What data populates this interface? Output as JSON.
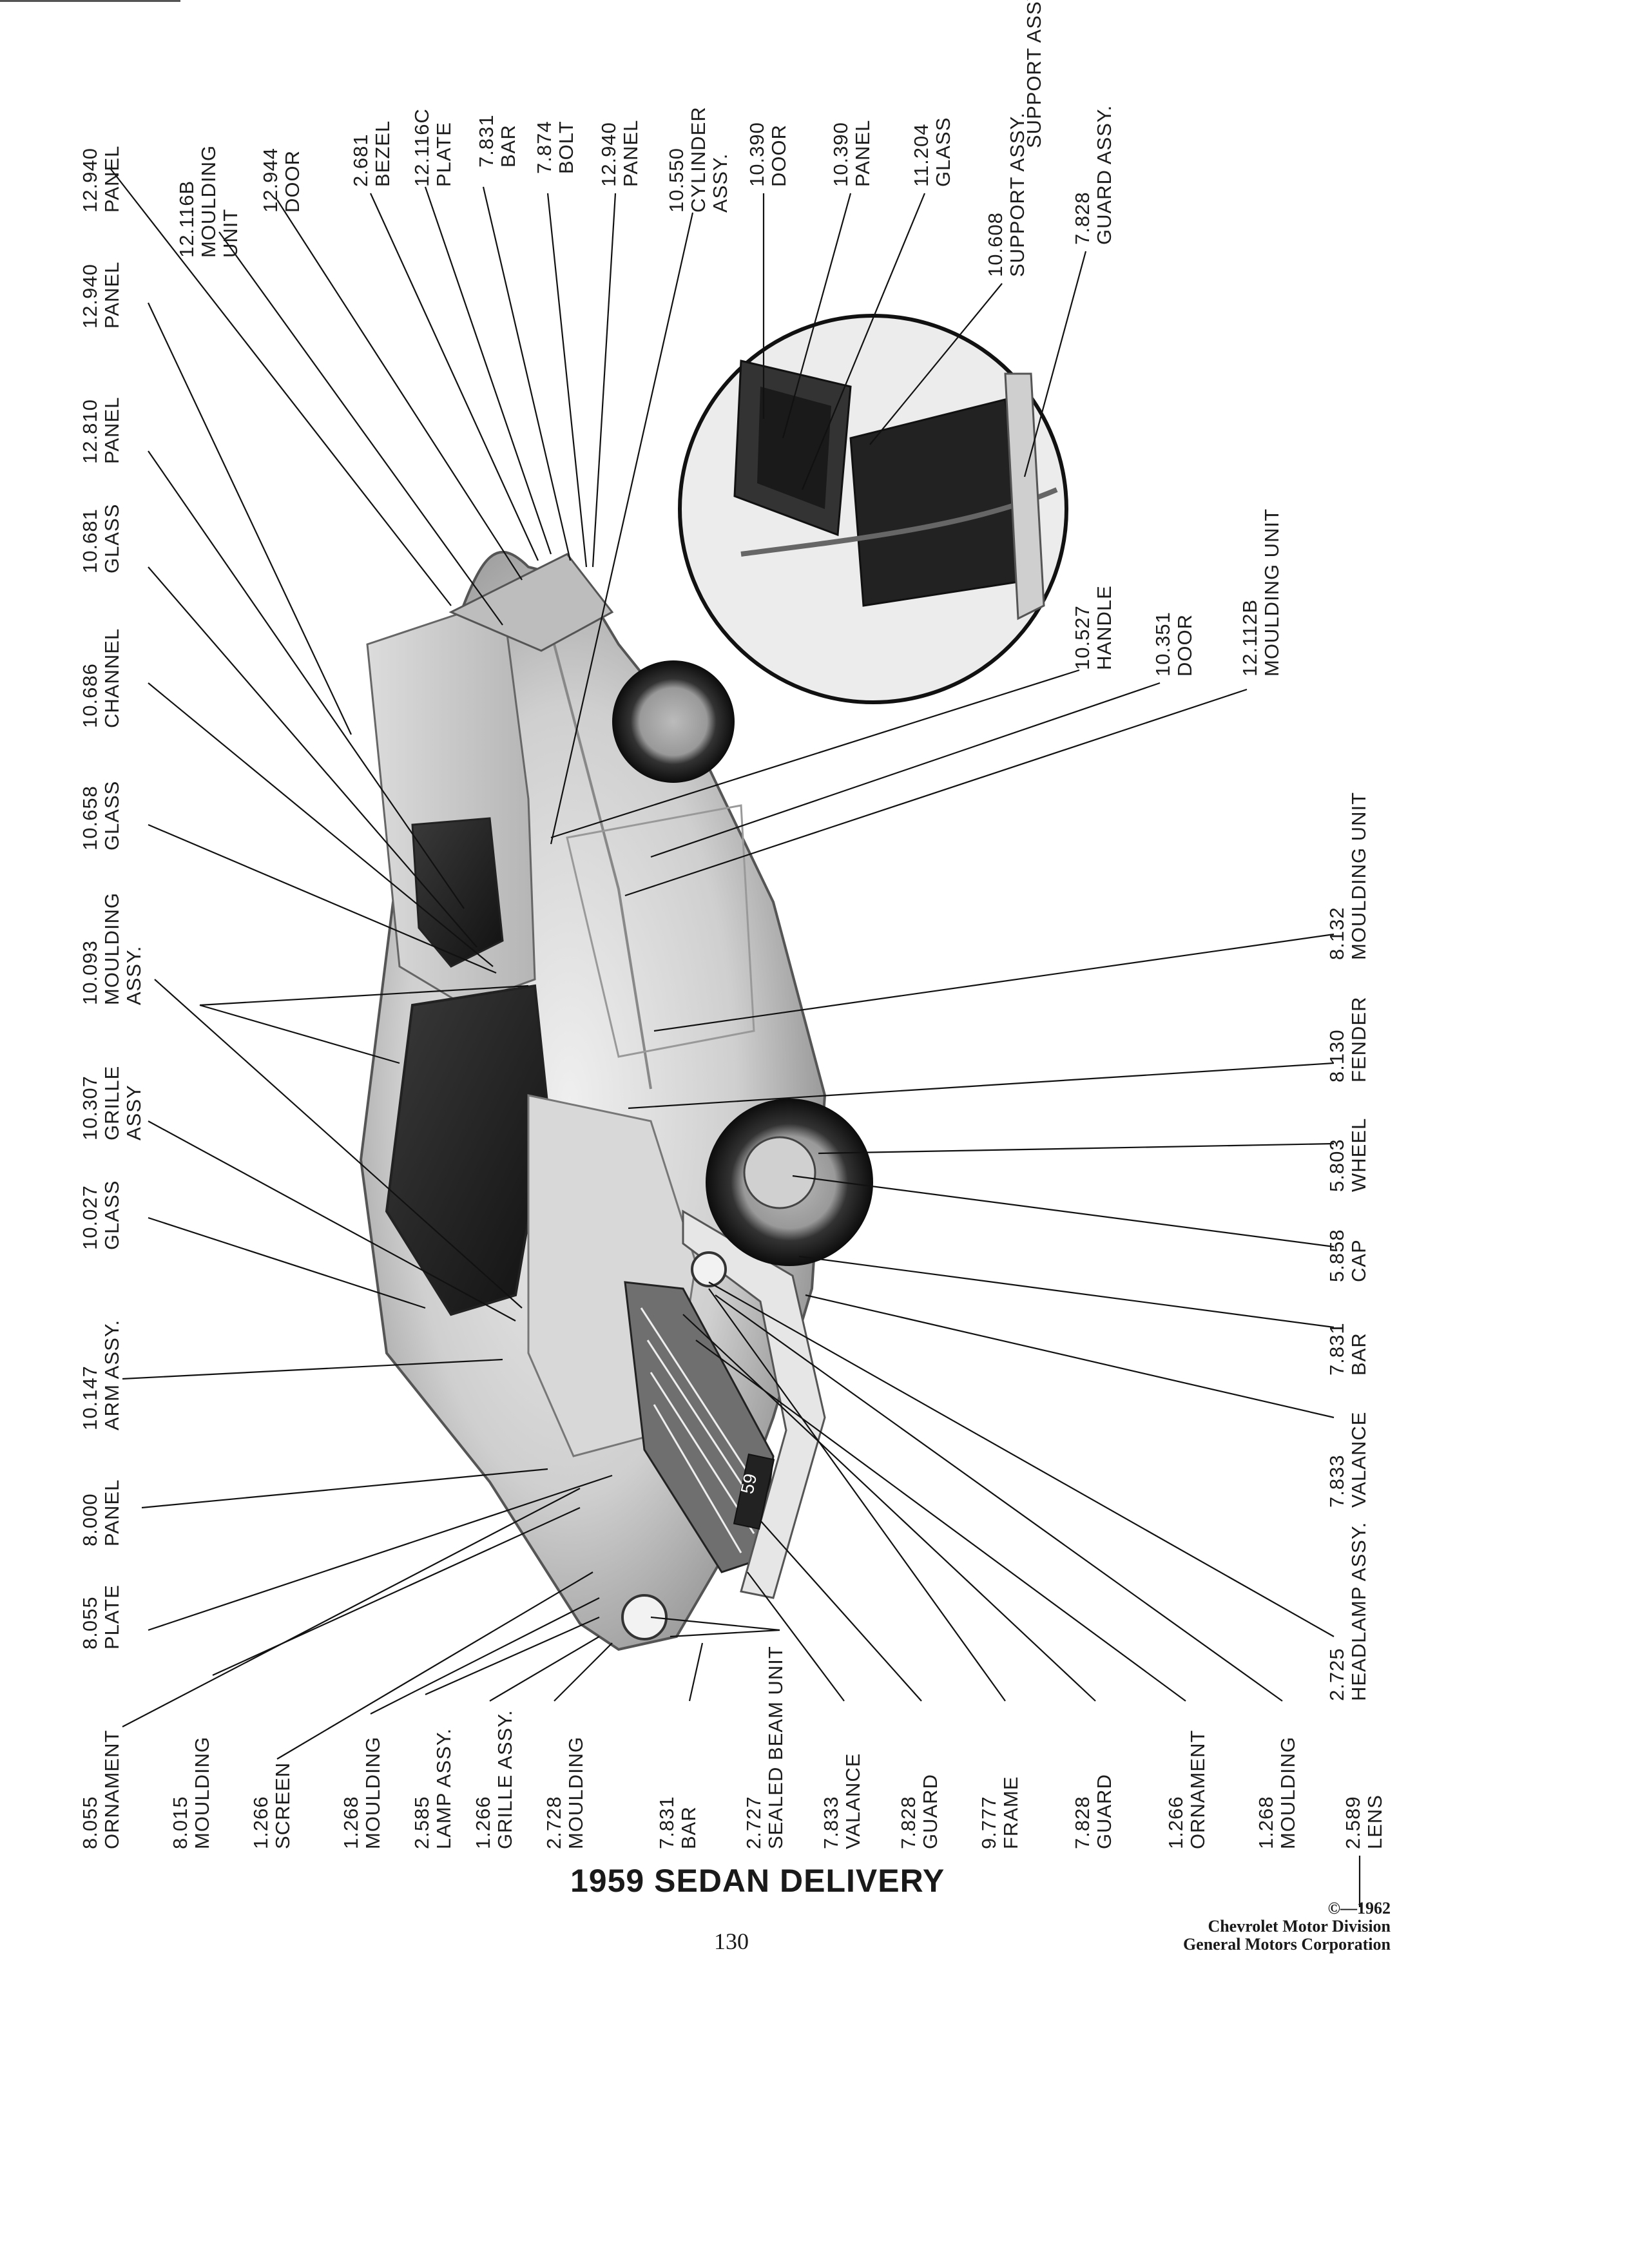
{
  "title": "1959 SEDAN DELIVERY",
  "page_number": "130",
  "copyright": {
    "line1": "©—1962",
    "line2": "Chevrolet Motor Division",
    "line3": "General Motors Corporation"
  },
  "callouts": {
    "top": [
      {
        "num": "12.940",
        "name": "PANEL"
      },
      {
        "num": "12.116B",
        "name": "MOULDING",
        "name2": "UNIT"
      },
      {
        "num": "12.944",
        "name": "DOOR"
      },
      {
        "num": "2.681",
        "name": "BEZEL"
      },
      {
        "num": "12.116C",
        "name": "PLATE"
      },
      {
        "num": "7.831",
        "name": "BAR"
      },
      {
        "num": "7.874",
        "name": "BOLT"
      },
      {
        "num": "12.940",
        "name": "PANEL"
      },
      {
        "num": "10.550",
        "name": "CYLINDER",
        "name2": "ASSY."
      },
      {
        "num": "10.390",
        "name": "DOOR"
      },
      {
        "num": "10.390",
        "name": "PANEL"
      },
      {
        "num": "11.204",
        "name": "GLASS"
      },
      {
        "num": "",
        "name": "SUPPORT ASSY."
      },
      {
        "num": "10.608",
        "name": "SUPPORT ASSY."
      },
      {
        "num": "7.828",
        "name": "GUARD ASSY."
      }
    ],
    "left": [
      {
        "num": "12.940",
        "name": "PANEL"
      },
      {
        "num": "12.810",
        "name": "PANEL"
      },
      {
        "num": "10.681",
        "name": "GLASS"
      },
      {
        "num": "10.686",
        "name": "CHANNEL"
      },
      {
        "num": "10.658",
        "name": "GLASS"
      },
      {
        "num": "10.093",
        "name": "MOULDING",
        "name2": "ASSY."
      },
      {
        "num": "10.307",
        "name": "GRILLE",
        "name2": "ASSY"
      },
      {
        "num": "10.027",
        "name": "GLASS"
      },
      {
        "num": "10.147",
        "name": "ARM ASSY."
      },
      {
        "num": "8.000",
        "name": "PANEL"
      },
      {
        "num": "8.055",
        "name": "PLATE"
      }
    ],
    "right": [
      {
        "num": "10.527",
        "name": "HANDLE"
      },
      {
        "num": "10.351",
        "name": "DOOR"
      },
      {
        "num": "12.112B",
        "name": "MOULDING UNIT"
      },
      {
        "num": "8.132",
        "name": "MOULDING UNIT"
      },
      {
        "num": "8.130",
        "name": "FENDER"
      },
      {
        "num": "5.803",
        "name": "WHEEL"
      },
      {
        "num": "5.858",
        "name": "CAP"
      },
      {
        "num": "7.831",
        "name": "BAR"
      },
      {
        "num": "7.833",
        "name": "VALANCE"
      },
      {
        "num": "2.725",
        "name": "HEADLAMP ASSY."
      }
    ],
    "bottom": [
      {
        "num": "8.055",
        "name": "ORNAMENT"
      },
      {
        "num": "8.015",
        "name": "MOULDING"
      },
      {
        "num": "1.266",
        "name": "SCREEN"
      },
      {
        "num": "1.268",
        "name": "MOULDING"
      },
      {
        "num": "2.585",
        "name": "LAMP ASSY."
      },
      {
        "num": "1.266",
        "name": "GRILLE ASSY."
      },
      {
        "num": "2.728",
        "name": "MOULDING"
      },
      {
        "num": "7.831",
        "name": "BAR"
      },
      {
        "num": "2.727",
        "name": "SEALED BEAM UNIT"
      },
      {
        "num": "7.833",
        "name": "VALANCE"
      },
      {
        "num": "7.828",
        "name": "GUARD"
      },
      {
        "num": "9.777",
        "name": "FRAME"
      },
      {
        "num": "7.828",
        "name": "GUARD"
      },
      {
        "num": "1.266",
        "name": "ORNAMENT"
      },
      {
        "num": "1.268",
        "name": "MOULDING"
      },
      {
        "num": "2.589",
        "name": "LENS"
      }
    ]
  },
  "plate_text": "59"
}
